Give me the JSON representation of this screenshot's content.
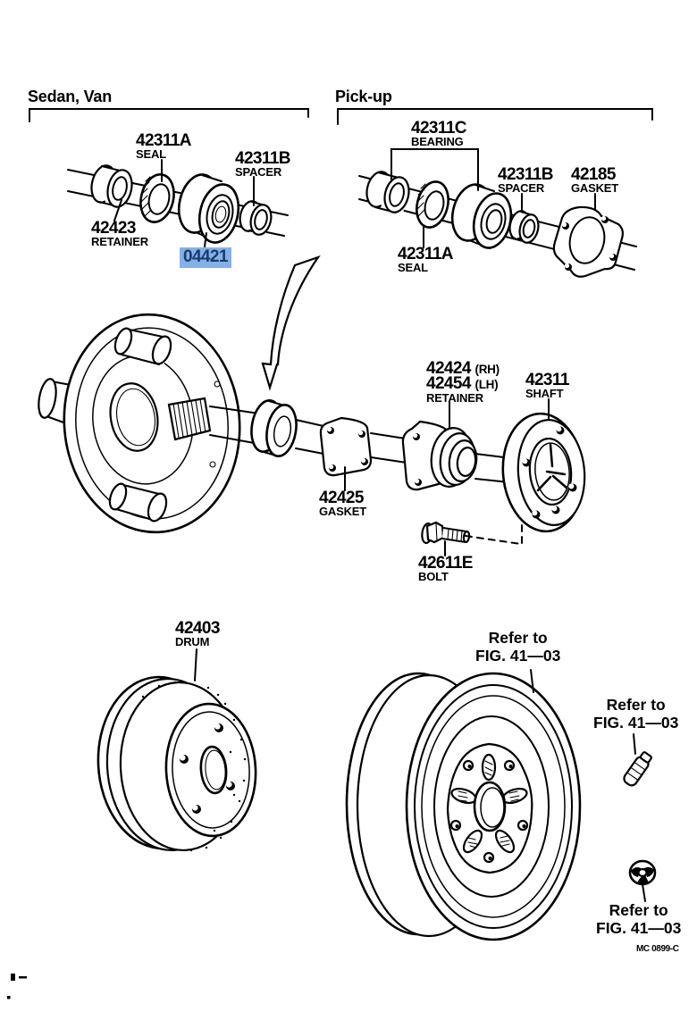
{
  "figure": {
    "plate_code": "MC 0899-C"
  },
  "highlight": {
    "bg": "#85b1e8",
    "text": "#1a3a6e"
  },
  "sections": {
    "sedan_van": {
      "title": "Sedan, Van"
    },
    "pickup": {
      "title": "Pick-up"
    }
  },
  "labels": {
    "sedan_seal": {
      "number": "42311A",
      "name": "SEAL"
    },
    "sedan_spacer": {
      "number": "42311B",
      "name": "SPACER"
    },
    "sedan_retainer": {
      "number": "42423",
      "name": "RETAINER"
    },
    "sedan_bearing": {
      "number": "04421"
    },
    "pickup_bearing": {
      "number": "42311C",
      "name": "BEARING"
    },
    "pickup_spacer": {
      "number": "42311B",
      "name": "SPACER"
    },
    "pickup_gasket": {
      "number": "42185",
      "name": "GASKET"
    },
    "pickup_seal": {
      "number": "42311A",
      "name": "SEAL"
    },
    "axle_retainer": {
      "number_rh": "42424",
      "suffix_rh": "(RH)",
      "number_lh": "42454",
      "suffix_lh": "(LH)",
      "name": "RETAINER"
    },
    "axle_shaft": {
      "number": "42311",
      "name": "SHAFT"
    },
    "axle_gasket": {
      "number": "42425",
      "name": "GASKET"
    },
    "hub_bolt": {
      "number": "42611E",
      "name": "BOLT"
    },
    "brake_drum": {
      "number": "42403",
      "name": "DRUM"
    },
    "refer_wheel": {
      "line1": "Refer to",
      "line2": "FIG. 41—03"
    },
    "refer_valve": {
      "line1": "Refer to",
      "line2": "FIG. 41—03"
    },
    "refer_nut": {
      "line1": "Refer to",
      "line2": "FIG. 41—03"
    }
  }
}
